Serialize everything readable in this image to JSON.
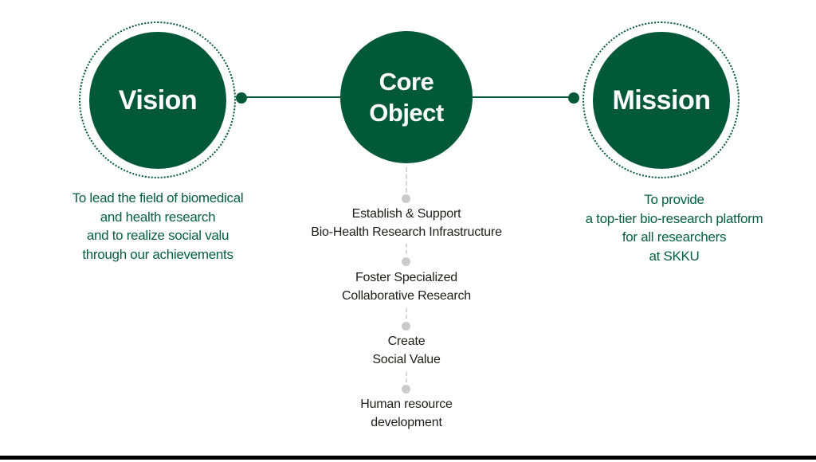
{
  "colors": {
    "green": "#02593A",
    "text_green": "#06603F",
    "dark_text": "#1D1D1B",
    "dot_gray": "#CBCBCB",
    "bottom_bar": "#000000"
  },
  "vision": {
    "title": "Vision",
    "lines": [
      "To lead the field of biomedical",
      "and health research",
      "and to realize social valu",
      "through our achievements"
    ]
  },
  "core": {
    "title_lines": [
      "Core",
      "Object"
    ],
    "items": [
      {
        "lines": [
          "Establish & Support",
          "Bio-Health Research Infrastructure"
        ]
      },
      {
        "lines": [
          "Foster Specialized",
          "Collaborative Research"
        ]
      },
      {
        "lines": [
          "Create",
          "Social Value"
        ]
      },
      {
        "lines": [
          "Human resource",
          "development"
        ]
      }
    ]
  },
  "mission": {
    "title": "Mission",
    "lines": [
      "To provide",
      "a top-tier bio-research platform",
      "for all researchers",
      "at SKKU"
    ]
  }
}
